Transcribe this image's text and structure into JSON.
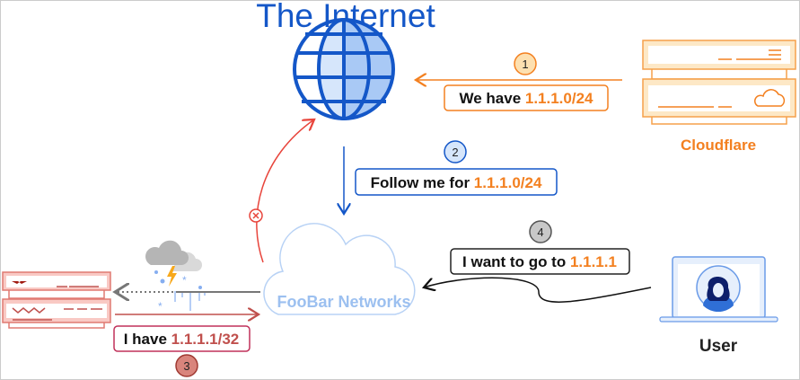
{
  "title": "The Internet",
  "colors": {
    "blue": "#1457c8",
    "orange": "#f38020",
    "red": "#e8453c",
    "bad": "#c0504d",
    "gray": "#888888"
  },
  "steps": [
    {
      "number": "1",
      "text": "We have ",
      "prefix": "1.1.1.0/24"
    },
    {
      "number": "2",
      "text": "Follow me for ",
      "prefix": "1.1.1.0/24"
    },
    {
      "number": "3",
      "text": "I have ",
      "prefix": "1.1.1.1/32"
    },
    {
      "number": "4",
      "text": "I want to go to ",
      "prefix": "1.1.1.1"
    }
  ],
  "nodes": {
    "cloudflare": "Cloudflare",
    "isp": "FooBar Networks",
    "user": "User"
  }
}
